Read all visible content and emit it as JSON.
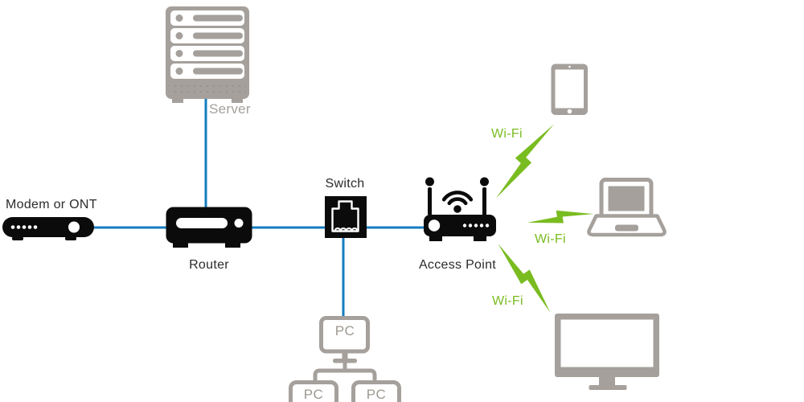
{
  "palette": {
    "wire_blue": "#147cc0",
    "wifi_green": "#79bc20",
    "device_gray": "#a5a09b",
    "device_black": "#0b0b0b",
    "label_dark": "#2b2b2b",
    "label_gray": "#9e9891"
  },
  "nodes": {
    "modem": {
      "label": "Modem or ONT"
    },
    "router": {
      "label": "Router"
    },
    "server": {
      "label": "Server"
    },
    "switch": {
      "label": "Switch"
    },
    "access_point": {
      "label": "Access Point"
    },
    "pc_main": {
      "label": "PC"
    },
    "pc_left": {
      "label": "PC"
    },
    "pc_right": {
      "label": "PC"
    }
  },
  "wireless": {
    "tablet_link": {
      "label": "Wi-Fi"
    },
    "laptop_link": {
      "label": "Wi-Fi"
    },
    "tv_link": {
      "label": "Wi-Fi"
    }
  },
  "icons": [
    "server-icon",
    "modem-icon",
    "router-icon",
    "switch-icon",
    "access-point-icon",
    "tablet-icon",
    "laptop-icon",
    "tv-icon",
    "pc-icon",
    "lightning-bolt-icon"
  ]
}
